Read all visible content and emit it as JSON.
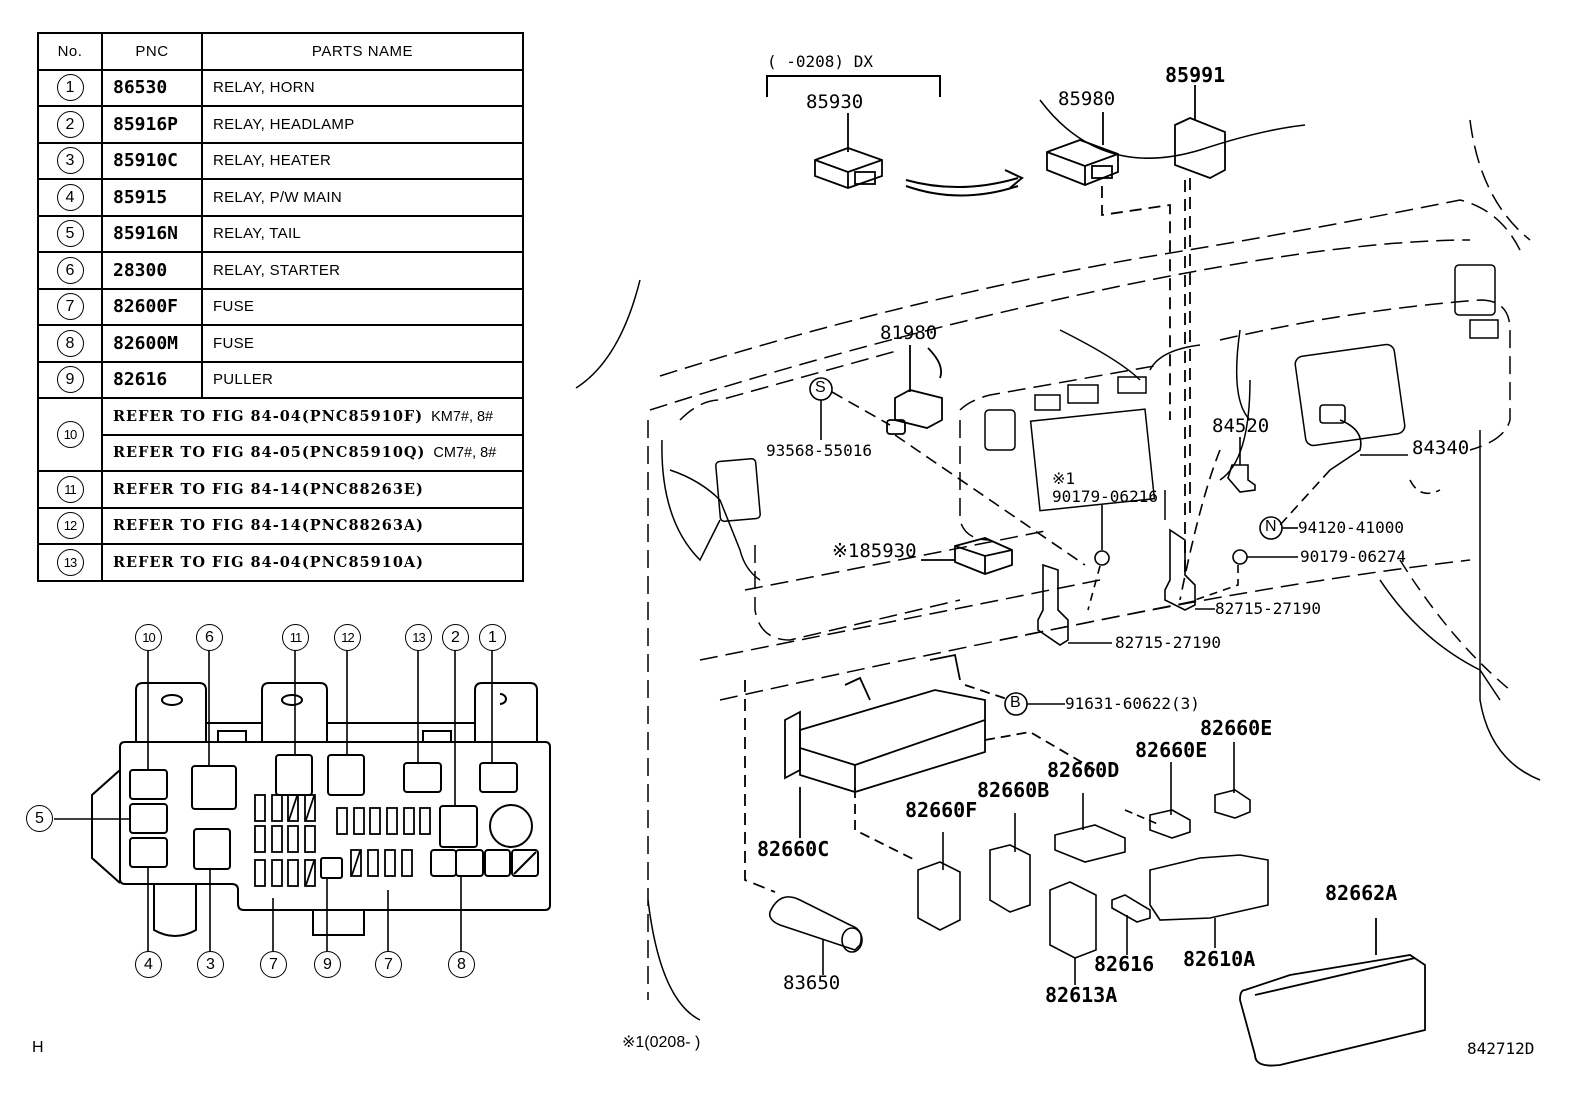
{
  "parts_table": {
    "headers": [
      "No.",
      "PNC",
      "PARTS NAME"
    ],
    "rows": [
      {
        "no": "1",
        "pnc": "86530",
        "name": "RELAY, HORN"
      },
      {
        "no": "2",
        "pnc": "85916P",
        "name": "RELAY, HEADLAMP"
      },
      {
        "no": "3",
        "pnc": "85910C",
        "name": "RELAY, HEATER"
      },
      {
        "no": "4",
        "pnc": "85915",
        "name": "RELAY, P/W MAIN"
      },
      {
        "no": "5",
        "pnc": "85916N",
        "name": "RELAY, TAIL"
      },
      {
        "no": "6",
        "pnc": "28300",
        "name": "RELAY, STARTER"
      },
      {
        "no": "7",
        "pnc": "82600F",
        "name": "FUSE"
      },
      {
        "no": "8",
        "pnc": "82600M",
        "name": "FUSE"
      },
      {
        "no": "9",
        "pnc": "82616",
        "name": "PULLER"
      }
    ],
    "refer_rows": [
      {
        "no": "10",
        "text": "REFER TO FIG 84-04(PNC85910F)",
        "suffix": "KM7#, 8#"
      },
      {
        "no": "10",
        "text": "REFER TO FIG 84-05(PNC85910Q)",
        "suffix": "CM7#, 8#"
      },
      {
        "no": "11",
        "text": "REFER TO FIG 84-14(PNC88263E)",
        "suffix": ""
      },
      {
        "no": "12",
        "text": "REFER TO FIG 84-14(PNC88263A)",
        "suffix": ""
      },
      {
        "no": "13",
        "text": "REFER TO FIG 84-04(PNC85910A)",
        "suffix": ""
      }
    ]
  },
  "fuse_box_callouts": {
    "top": [
      "10",
      "6",
      "11",
      "12",
      "13",
      "2",
      "1"
    ],
    "left": [
      "5"
    ],
    "bottom": [
      "4",
      "3",
      "7",
      "9",
      "7",
      "8"
    ]
  },
  "exploded_view": {
    "bracket_note": "(      -0208) DX",
    "labels": {
      "p85930_top": "85930",
      "p85980": "85980",
      "p85991": "85991",
      "p81980": "81980",
      "sym_s": "S",
      "p93568": "93568-55016",
      "note1_mark": "※1",
      "p90179_06216": "90179-06216",
      "p85930_note": "※185930",
      "p84520": "84520",
      "p84340": "84340",
      "sym_n": "N",
      "p94120": "94120-41000",
      "p90179_06274": "90179-06274",
      "p82715_a": "82715-27190",
      "p82715_b": "82715-27190",
      "sym_b": "B",
      "p91631": "91631-60622(3)",
      "p82660E_a": "82660E",
      "p82660E_b": "82660E",
      "p82660D": "82660D",
      "p82660B": "82660B",
      "p82660F": "82660F",
      "p82660C": "82660C",
      "p83650": "83650",
      "p82613A": "82613A",
      "p82616": "82616",
      "p82610A": "82610A",
      "p82662A": "82662A"
    }
  },
  "footer": {
    "left_mark": "H",
    "note": "※1(0208-      )",
    "figure_id": "842712D"
  }
}
